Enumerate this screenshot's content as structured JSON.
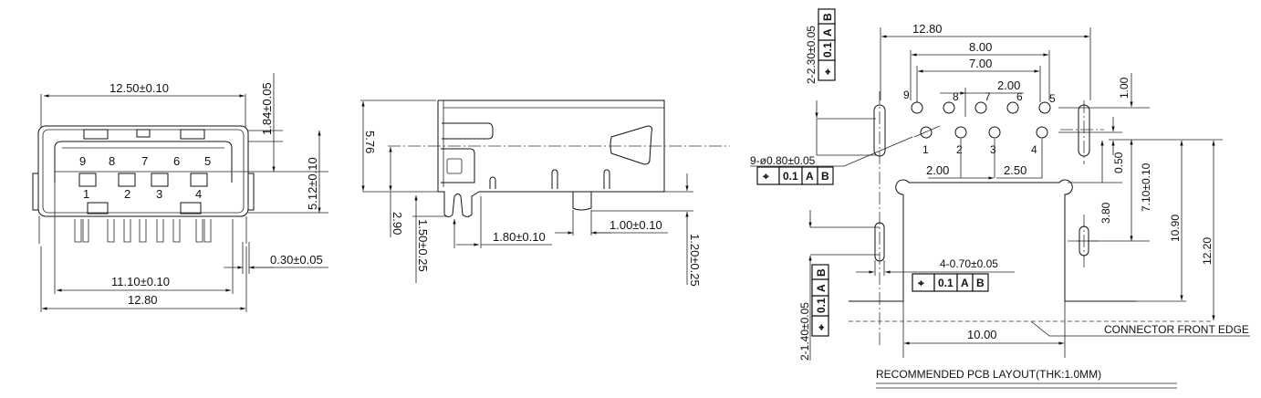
{
  "front_view": {
    "width_top": "12.50±0.10",
    "height_offset": "1.84±0.05",
    "height": "5.12±0.10",
    "pin_thickness": "0.30±0.05",
    "pin_span": "11.10±0.10",
    "width_bottom": "12.80",
    "pin_labels_top": [
      "9",
      "8",
      "7",
      "6",
      "5"
    ],
    "pin_labels_bottom": [
      "1",
      "2",
      "3",
      "4"
    ]
  },
  "side_view": {
    "height": "5.76",
    "center_height": "2.90",
    "tail_length": "1.50±0.25",
    "pitch": "1.80±0.10",
    "peg_width": "1.00±0.10",
    "peg_length": "1.20±0.25"
  },
  "pcb_layout": {
    "title": "RECOMMENDED PCB LAYOUT(THK:1.0MM)",
    "front_edge_label": "CONNECTOR FRONT EDGE",
    "dims": {
      "overall_width": "12.80",
      "outer_pins": "8.00",
      "inner_pins": "7.00",
      "pin_pitch": "2.00",
      "row_offset": "1.00",
      "row_gap": "0.50",
      "slot_distance": "7.10±0.10",
      "depth_10_90": "10.90",
      "depth_12_20": "12.20",
      "cutout_depth": "3.80",
      "bottom_pitch_a": "2.00",
      "bottom_pitch_b": "2.50",
      "cutout_width": "10.00"
    },
    "hole_callout": "9-ø0.80±0.05",
    "slot_callout_top": "2-2.30±0.05",
    "slot_callout_bottom": "2-1.40±0.05",
    "slot_callout_small": "4-0.70±0.05",
    "tolerance_frame": {
      "symbol": "⌖",
      "value": "0.1",
      "datum_a": "A",
      "datum_b": "B"
    },
    "pin_labels_top": [
      "9",
      "8",
      "7",
      "6",
      "5"
    ],
    "pin_labels_bottom": [
      "1",
      "2",
      "3",
      "4"
    ]
  }
}
